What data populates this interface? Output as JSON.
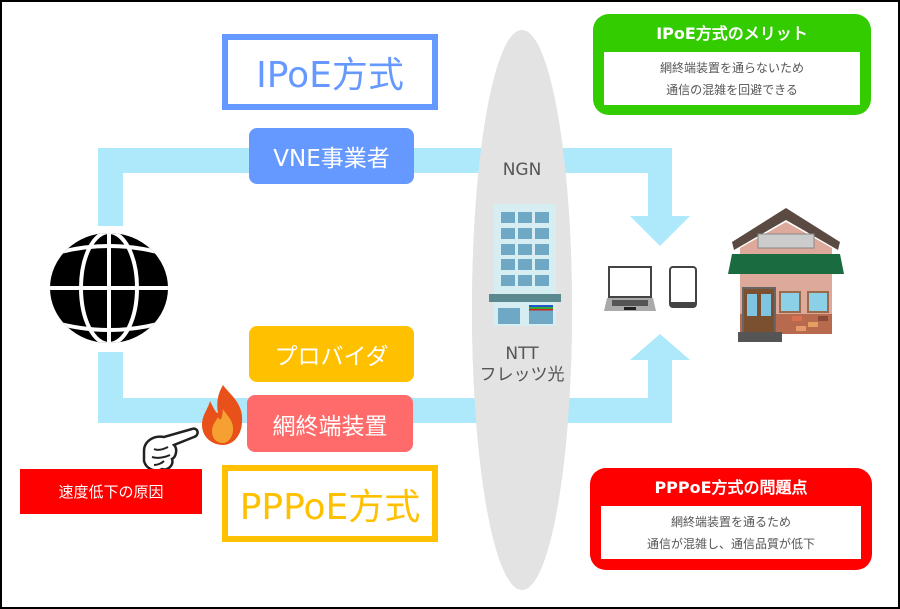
{
  "diagram": {
    "ipoe": {
      "title": "IPoE方式",
      "provider_label": "VNE事業者",
      "color": "#6699ff"
    },
    "pppoe": {
      "title": "PPPoE方式",
      "provider_label": "プロバイダ",
      "device_label": "網終端装置",
      "color": "#ffc000",
      "device_color": "#ff6b6b"
    },
    "network": {
      "top_label": "NGN",
      "bottom_label_line1": "NTT",
      "bottom_label_line2": "フレッツ光"
    },
    "merit_panel": {
      "heading": "IPoE方式のメリット",
      "lines": [
        "網終端装置を通らないため",
        "通信の混雑を回避できる"
      ],
      "color": "#33cc00"
    },
    "problem_panel": {
      "heading": "PPPoE方式の問題点",
      "lines": [
        "網終端装置を通るため",
        "通信が混雑し、通信品質が低下"
      ],
      "color": "#ff0000"
    },
    "cause_label": "速度低下の原因",
    "icons": {
      "internet": "globe-icon",
      "building": "building-icon",
      "laptop": "laptop-icon",
      "tablet": "tablet-icon",
      "house": "house-icon",
      "fire": "fire-icon",
      "pointing_hand": "pointing-hand-icon"
    },
    "pipe_color": "#aee8fb"
  }
}
